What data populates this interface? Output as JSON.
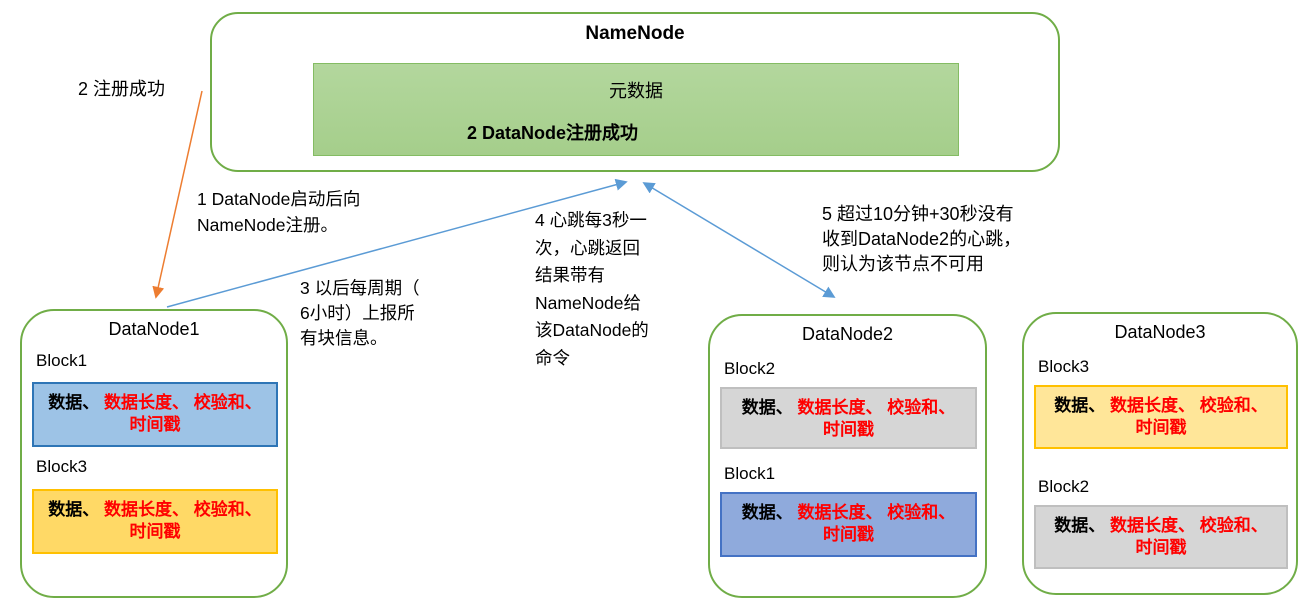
{
  "namenode": {
    "title": "NameNode",
    "metadata_label": "元数据",
    "register_result_label": "2 DataNode注册成功"
  },
  "annotations": {
    "register_success": "2 注册成功",
    "step1": "1 DataNode启动后向\nNameNode注册。",
    "step3": "3 以后每周期（\n6小时）上报所\n有块信息。",
    "step4": "4 心跳每3秒一\n次，心跳返回\n结果带有\nNameNode给\n该DataNode的\n命令",
    "step5": "5 超过10分钟+30秒没有\n收到DataNode2的心跳，\n则认为该节点不可用"
  },
  "block_text": {
    "data_part": "数据、",
    "meta_part": " 数据长度、 校验和、",
    "timestamp_part": "时间戳"
  },
  "datanodes": [
    {
      "title": "DataNode1",
      "blocks": [
        {
          "label": "Block1",
          "variant": "blue"
        },
        {
          "label": "Block3",
          "variant": "gold"
        }
      ]
    },
    {
      "title": "DataNode2",
      "blocks": [
        {
          "label": "Block2",
          "variant": "gray"
        },
        {
          "label": "Block1",
          "variant": "purple"
        }
      ]
    },
    {
      "title": "DataNode3",
      "blocks": [
        {
          "label": "Block3",
          "variant": "gold-light"
        },
        {
          "label": "Block2",
          "variant": "gray"
        }
      ]
    }
  ],
  "colors": {
    "node_border_green": "#70AD47",
    "metadata_fill_green": "#A9D18E",
    "block_blue_fill": "#9DC3E6",
    "block_blue_border": "#2E75B6",
    "block_purple_fill": "#8FAADC",
    "block_purple_border": "#4472C4",
    "block_gray_fill": "#D6D6D6",
    "block_gray_border": "#BFBFBF",
    "block_gold_fill": "#FFD966",
    "block_gold_light_fill": "#FFE699",
    "block_gold_border": "#FFC000",
    "highlight_text_red": "#FF0000",
    "arrow_blue": "#5B9BD5",
    "arrow_orange": "#ED7D31"
  }
}
